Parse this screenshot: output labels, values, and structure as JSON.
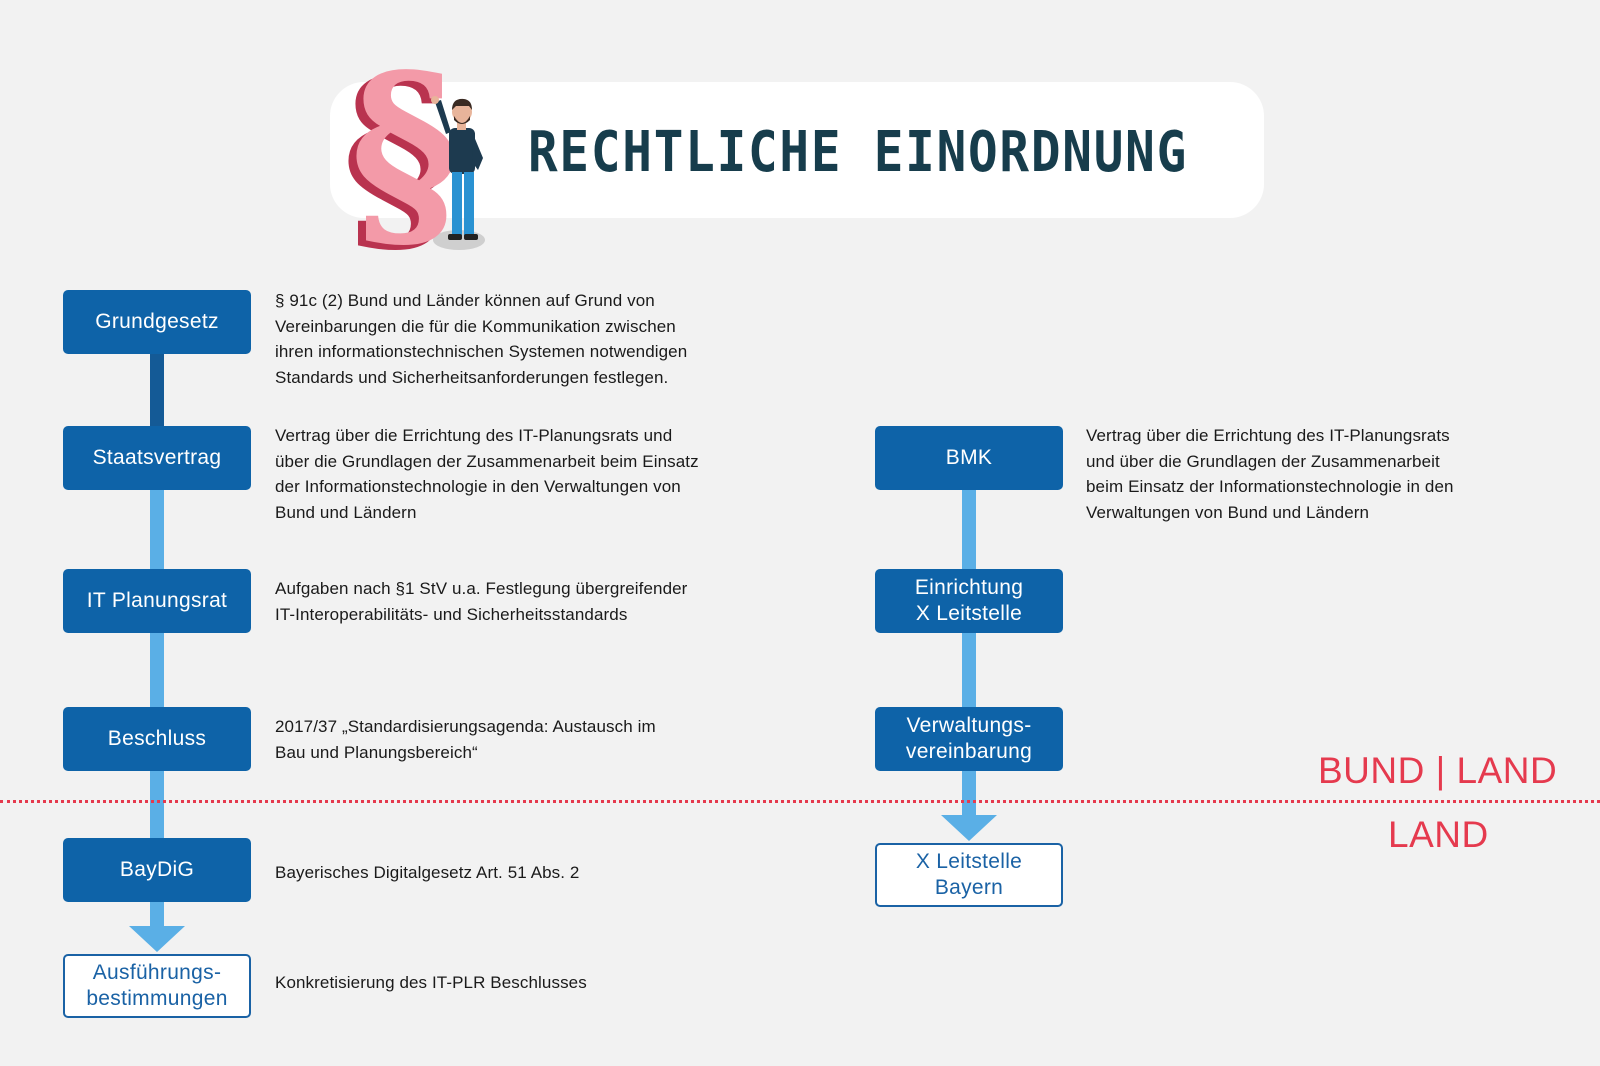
{
  "title": "RECHTLICHE EINORDNUNG",
  "colors": {
    "background": "#f2f2f2",
    "box_fill": "#0e63a8",
    "connector_light": "#5aafe6",
    "connector_dark": "#145a96",
    "divider": "#e53a4e",
    "title_text": "#173d4c"
  },
  "illustration": {
    "icon": "paragraph-sign-with-person-icon"
  },
  "left_column": [
    {
      "label": "Grundgesetz",
      "style": "filled",
      "description": "§ 91c (2) Bund und Länder können auf Grund von\nVereinbarungen die für die Kommunikation zwischen\nihren informationstechnischen Systemen notwendigen\nStandards und Sicherheitsanforderungen festlegen."
    },
    {
      "label": "Staatsvertrag",
      "style": "filled",
      "description": "Vertrag über die Errichtung des IT-Planungsrats und\nüber die Grundlagen der Zusammenarbeit beim Einsatz\nder Informationstechnologie in den Verwaltungen von\nBund und Ländern"
    },
    {
      "label": "IT Planungsrat",
      "style": "filled",
      "description": "Aufgaben nach §1 StV u.a. Festlegung übergreifender\nIT-Interoperabilitäts- und Sicherheitsstandards"
    },
    {
      "label": "Beschluss",
      "style": "filled",
      "description": "2017/37 „Standardisierungsagenda: Austausch im\nBau und Planungsbereich“"
    },
    {
      "label": "BayDiG",
      "style": "filled",
      "description": "Bayerisches Digitalgesetz Art. 51 Abs. 2"
    },
    {
      "label": "Ausführungs-\nbestimmungen",
      "style": "outline",
      "description": "Konkretisierung des IT-PLR Beschlusses"
    }
  ],
  "right_column": [
    {
      "label": "BMK",
      "style": "filled",
      "description": "Vertrag über die Errichtung des IT-Planungsrats\nund über die Grundlagen der Zusammenarbeit\nbeim Einsatz der Informationstechnologie in den\nVerwaltungen von Bund und Ländern"
    },
    {
      "label": "Einrichtung\nX Leitstelle",
      "style": "filled",
      "description": ""
    },
    {
      "label": "Verwaltungs-\nvereinbarung",
      "style": "filled",
      "description": ""
    },
    {
      "label": "X Leitstelle\nBayern",
      "style": "outline",
      "description": ""
    }
  ],
  "regions": {
    "upper": "BUND | LAND",
    "lower": "LAND"
  }
}
